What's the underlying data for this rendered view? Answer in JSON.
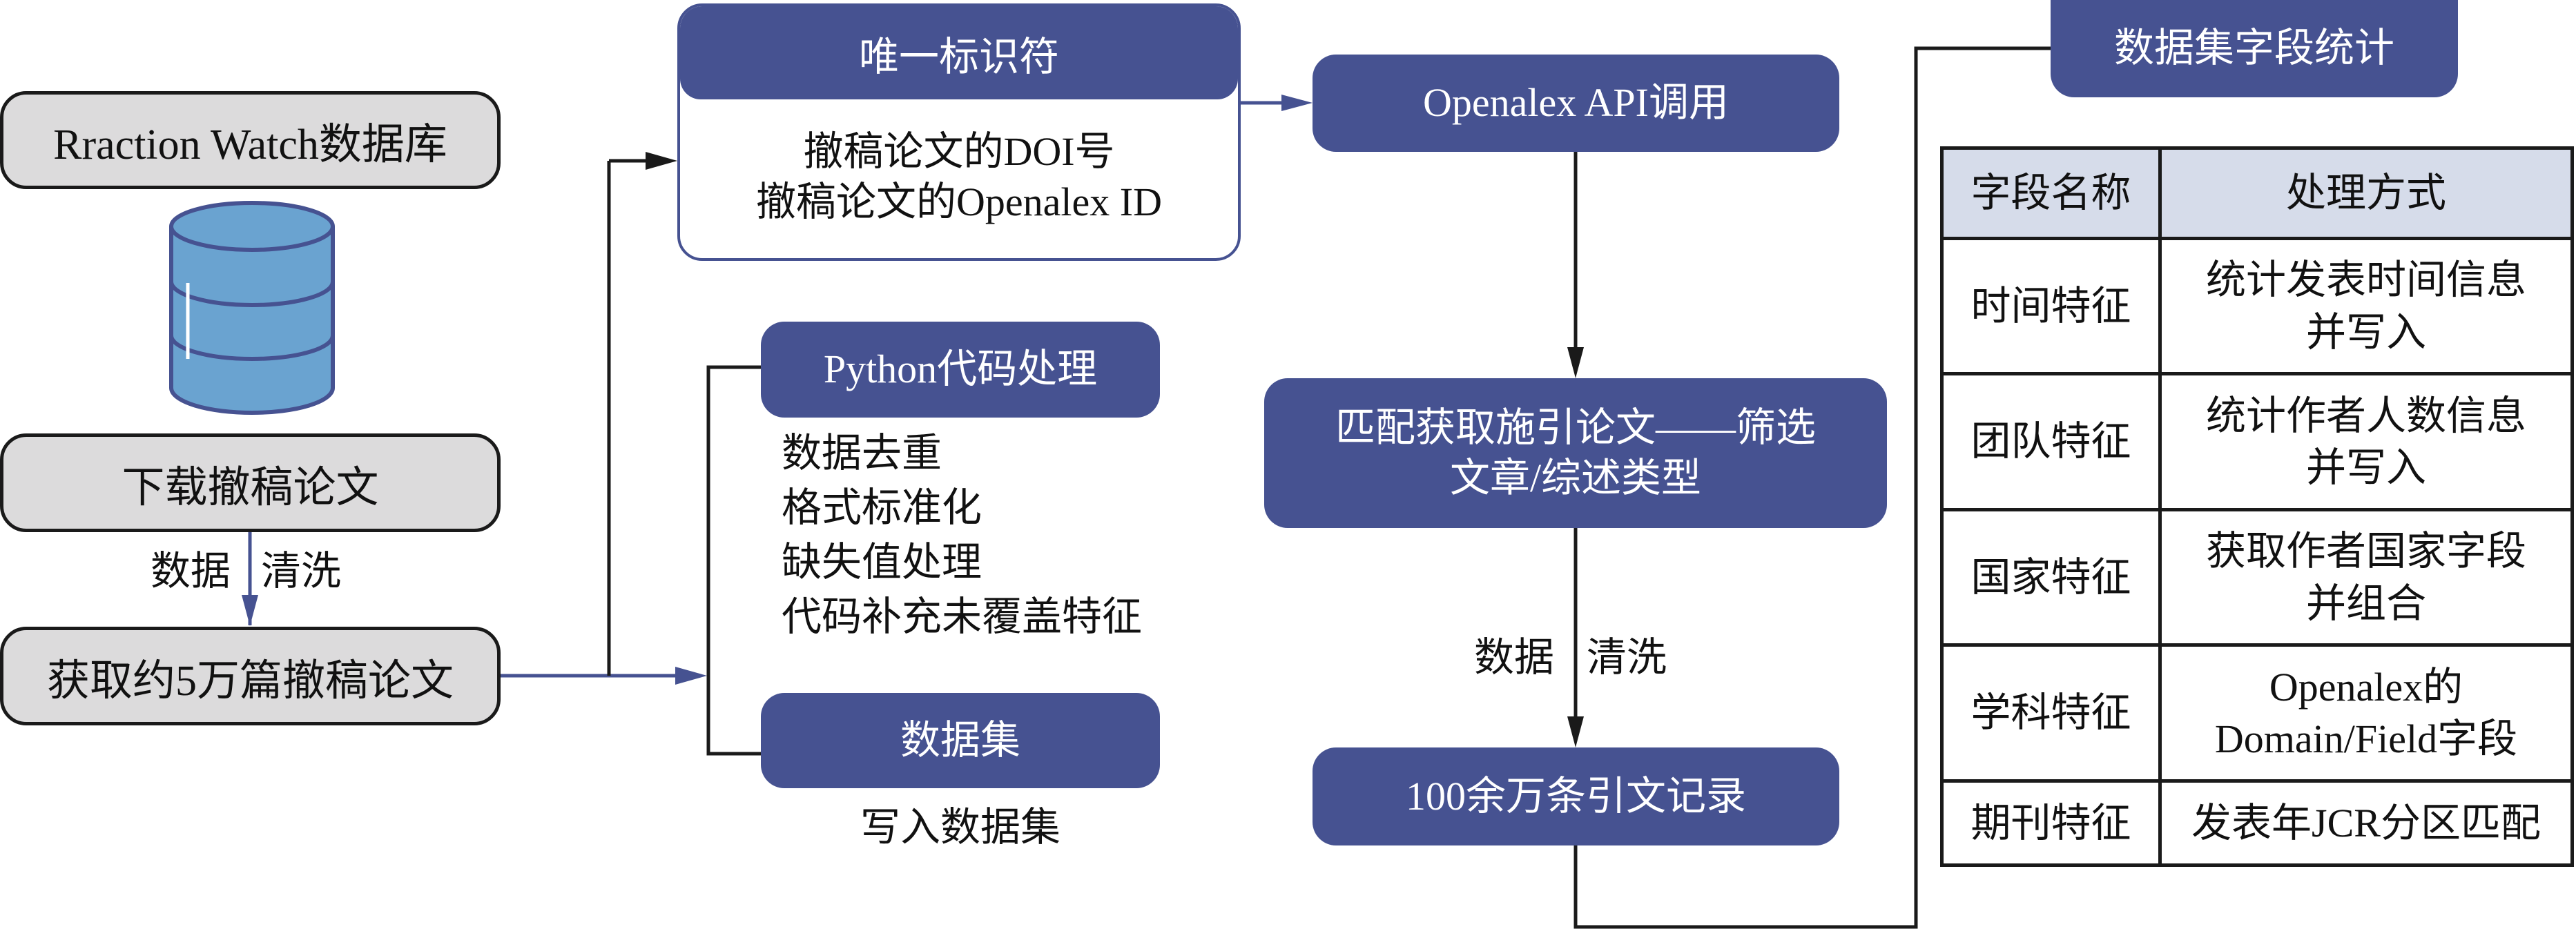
{
  "colors": {
    "accent_blue": "#465291",
    "box_gray": "#dcdbdc",
    "cylinder_fill": "#6aa3d0",
    "table_header_bg": "#d6dcea",
    "line_black": "#1a1a1a"
  },
  "left_column": {
    "source_label": "Rraction Watch数据库",
    "database_icon": "database-cylinder-icon",
    "download_label": "下载撤稿论文",
    "cleaning_label": [
      "数据",
      "清洗"
    ],
    "result_label": "获取约5万篇撤稿论文"
  },
  "identifier_box": {
    "title": "唯一标识符",
    "lines": [
      "撤稿论文的DOI号",
      "撤稿论文的Openalex ID"
    ]
  },
  "python_box": {
    "title": "Python代码处理",
    "steps": [
      "数据去重",
      "格式标准化",
      "缺失值处理",
      "代码补充未覆盖特征"
    ]
  },
  "dataset_box": {
    "title": "数据集",
    "caption": "写入数据集"
  },
  "middle_column": {
    "api_label": "Openalex API调用",
    "match_label": [
      "匹配获取施引论文——筛选",
      "文章/综述类型"
    ],
    "cleaning_label": [
      "数据",
      "清洗"
    ],
    "records_label": "100余万条引文记录"
  },
  "stats": {
    "title": "数据集字段统计",
    "headers": [
      "字段名称",
      "处理方式"
    ],
    "rows": [
      {
        "field": "时间特征",
        "method": [
          "统计发表时间信息",
          "并写入"
        ]
      },
      {
        "field": "团队特征",
        "method": [
          "统计作者人数信息",
          "并写入"
        ]
      },
      {
        "field": "国家特征",
        "method": [
          "获取作者国家字段",
          "并组合"
        ]
      },
      {
        "field": "学科特征",
        "method": [
          "Openalex的",
          "Domain/Field字段"
        ]
      },
      {
        "field": "期刊特征",
        "method": [
          "发表年JCR分区匹配"
        ]
      }
    ]
  }
}
